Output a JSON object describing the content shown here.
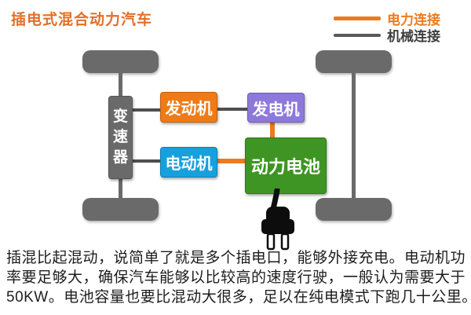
{
  "title": "插电式混合动力汽车",
  "legend": {
    "electric": {
      "label": "电力连接",
      "color": "#ed7b1e"
    },
    "mechanical": {
      "label": "机械连接",
      "color": "#595959"
    }
  },
  "diagram": {
    "transmission": {
      "label": "变速器",
      "color": "#6a6a6a"
    },
    "engine": {
      "label": "发动机",
      "color": "#ee7b17"
    },
    "generator": {
      "label": "发电机",
      "color": "#8c79db"
    },
    "motor": {
      "label": "电动机",
      "color": "#17a0dc"
    },
    "battery": {
      "label": "动力电池",
      "color": "#3f9523"
    },
    "wheel_color": "#6a6a6a",
    "connections": [
      {
        "from": "变速器",
        "to": "发动机",
        "type": "机械连接"
      },
      {
        "from": "发动机",
        "to": "发电机",
        "type": "机械连接"
      },
      {
        "from": "变速器",
        "to": "电动机",
        "type": "机械连接"
      },
      {
        "from": "电动机",
        "to": "动力电池",
        "type": "电力连接"
      },
      {
        "from": "发电机",
        "to": "动力电池",
        "type": "电力连接"
      },
      {
        "from": "动力电池",
        "to": "插头",
        "type": "电力连接"
      }
    ]
  },
  "caption": {
    "lines": [
      "插混比起混动，说简单了就是多个插电口，能够外接充电。电动机功",
      "率要足够大，确保汽车能够以比较高的速度行驶，一般认为需要大于",
      "50KW。电池容量也要比混动大很多，足以在纯电模式下跑几十公里。"
    ]
  }
}
